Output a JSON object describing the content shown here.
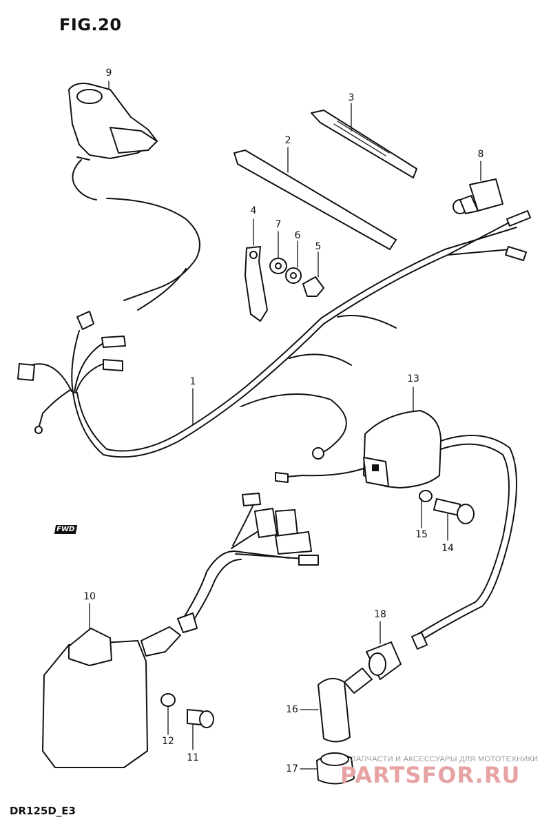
{
  "figure": {
    "title": "FIG.20",
    "model": "DR125D_E3"
  },
  "direction_marker": "FWD",
  "callouts": [
    "1",
    "2",
    "3",
    "4",
    "5",
    "6",
    "7",
    "8",
    "9",
    "10",
    "11",
    "12",
    "13",
    "14",
    "15",
    "16",
    "17",
    "18"
  ],
  "watermark": {
    "caption": "ЗАПЧАСТИ И АКСЕССУАРЫ ДЛЯ МОТОТЕХНИКИ",
    "logo_text": "PARTSFOR.RU"
  }
}
